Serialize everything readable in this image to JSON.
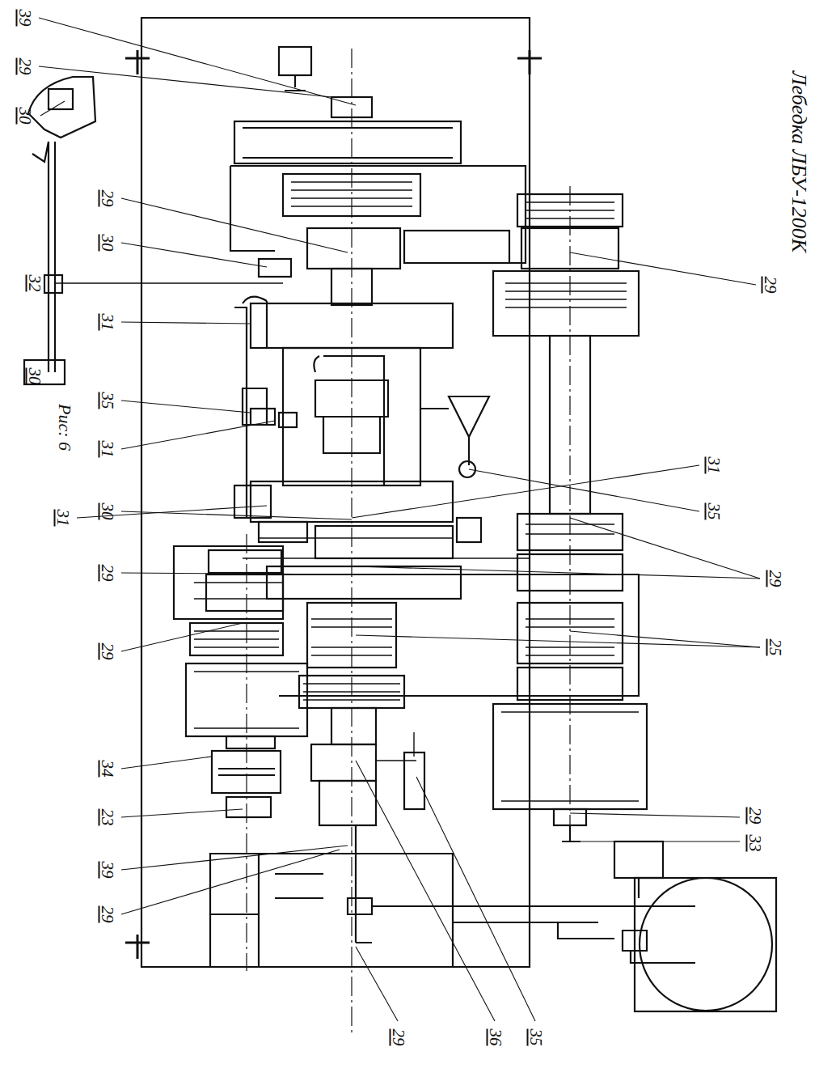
{
  "diagram": {
    "title": "Лебедка ЛБУ-1200К",
    "caption": "Рис: 6",
    "labels": [
      "39",
      "29",
      "30",
      "29",
      "30",
      "32",
      "31",
      "30",
      "35",
      "31",
      "31",
      "30",
      "29",
      "29",
      "34",
      "23",
      "39",
      "29",
      "29",
      "36",
      "35",
      "29",
      "33",
      "25",
      "29",
      "35",
      "31",
      "29"
    ]
  }
}
